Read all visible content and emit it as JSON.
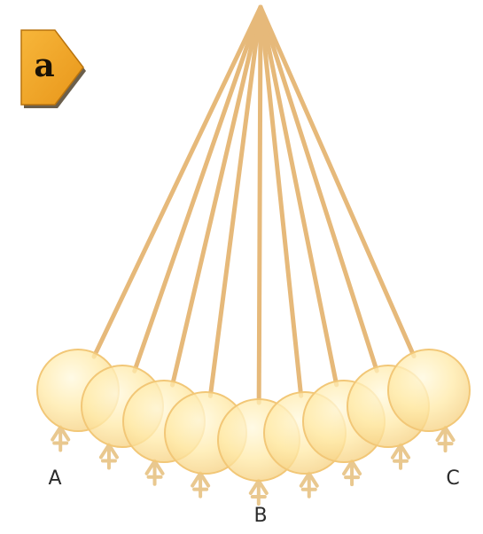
{
  "badge": {
    "label": "a",
    "color": "#f0a41f"
  },
  "colors": {
    "string": "#e6b97a",
    "bob_fill": "#ffe9a8",
    "bob_stroke": "#f2c777",
    "knot": "#e9c88f"
  },
  "points": {
    "left": "A",
    "bottom": "B",
    "right": "C"
  }
}
